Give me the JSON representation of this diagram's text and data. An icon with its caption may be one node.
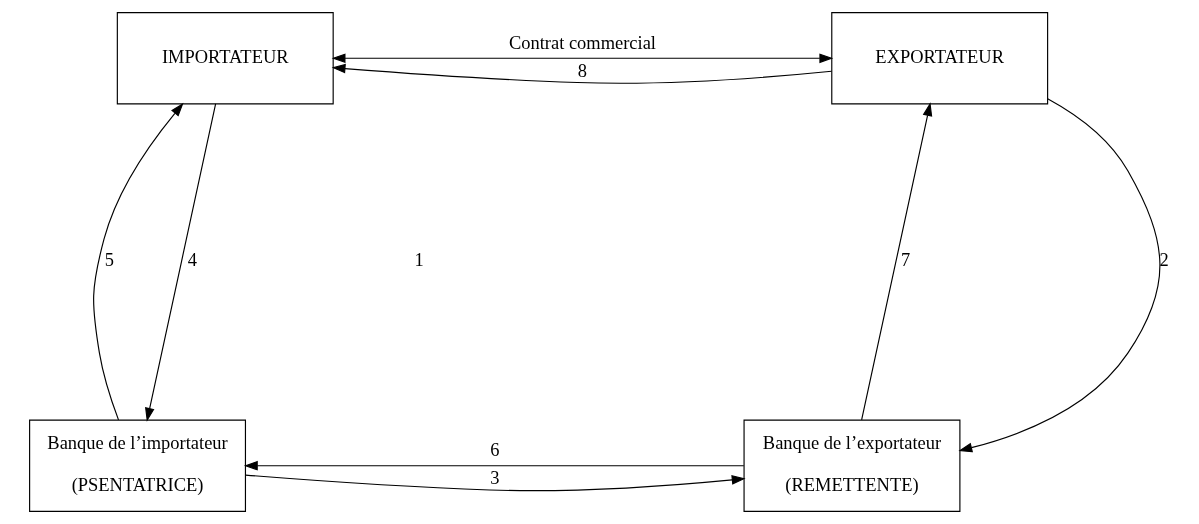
{
  "diagram": {
    "nodes": [
      {
        "text": [
          "IMPORTATEUR"
        ]
      },
      {
        "text": [
          "EXPORTATEUR"
        ]
      },
      {
        "text": [
          "Banque de l’importateur",
          "(PSENTATRICE)"
        ]
      },
      {
        "text": [
          "Banque de l’exportateur",
          "(REMETTENTE)"
        ]
      }
    ],
    "edges": [
      {
        "from": 1,
        "to": 0,
        "arrow": "to",
        "label": "8"
      },
      {
        "from": 0,
        "to": 1,
        "arrow": "both",
        "label": "Contrat commercial"
      },
      {
        "from": 0,
        "to": 2,
        "arrow": "to",
        "label": "4"
      },
      {
        "from": 2,
        "to": 0,
        "arrow": "to",
        "label": "5"
      },
      {
        "from": 1,
        "to": 3,
        "arrow": "to",
        "label": "2"
      },
      {
        "from": 3,
        "to": 1,
        "arrow": "to",
        "label": "7"
      },
      {
        "from": 3,
        "to": 2,
        "arrow": "to",
        "label": "6"
      },
      {
        "from": 2,
        "to": 3,
        "arrow": "to",
        "label": "3"
      }
    ],
    "labels": [
      "1"
    ]
  }
}
